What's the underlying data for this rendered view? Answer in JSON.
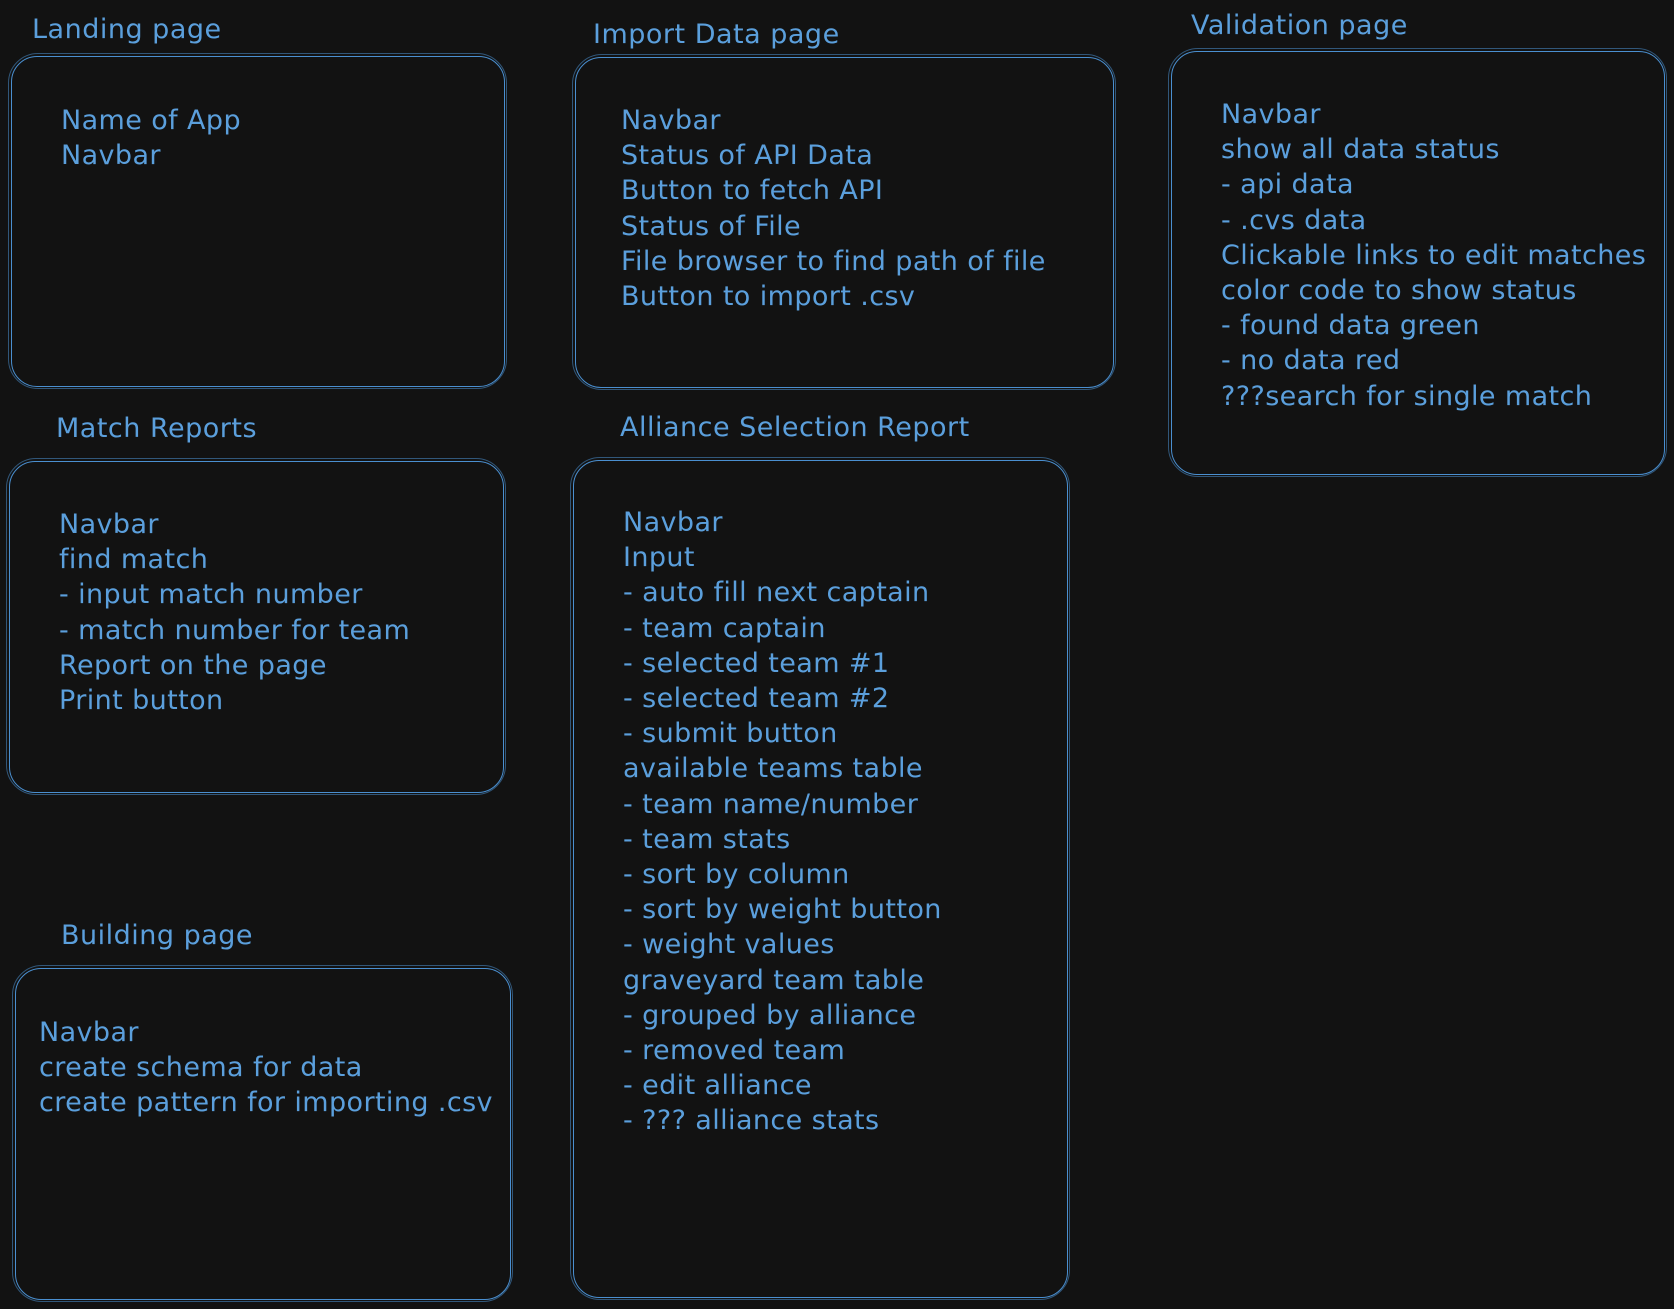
{
  "frames": {
    "landing": {
      "title": "Landing page",
      "lines": [
        "Name of App",
        "Navbar"
      ]
    },
    "import_data": {
      "title": "Import Data page",
      "lines": [
        "Navbar",
        "Status of API Data",
        "Button to fetch API",
        "Status of File",
        "File browser to find path of file",
        "Button to import .csv"
      ]
    },
    "validation": {
      "title": "Validation page",
      "lines": [
        "Navbar",
        "show all data status",
        "- api data",
        "- .cvs data",
        "Clickable links to edit matches",
        "color code to show status",
        "- found data green",
        "- no data red",
        "???search for single match"
      ]
    },
    "match_reports": {
      "title": "Match Reports",
      "lines": [
        "Navbar",
        "find match",
        "- input match number",
        "- match number for team",
        "Report on the page",
        "Print button"
      ]
    },
    "alliance_selection": {
      "title": "Alliance Selection Report",
      "lines": [
        "Navbar",
        "Input",
        "- auto fill next captain",
        "- team captain",
        "- selected team #1",
        "- selected team #2",
        "- submit button",
        "available teams table",
        "- team name/number",
        "- team stats",
        "- sort by column",
        "- sort by weight button",
        "- weight values",
        "graveyard team table",
        "- grouped by alliance",
        "- removed team",
        "- edit alliance",
        "- ??? alliance stats"
      ]
    },
    "building": {
      "title": "Building page",
      "lines": [
        "Navbar",
        "create schema for data",
        "create pattern for importing .csv"
      ]
    }
  }
}
